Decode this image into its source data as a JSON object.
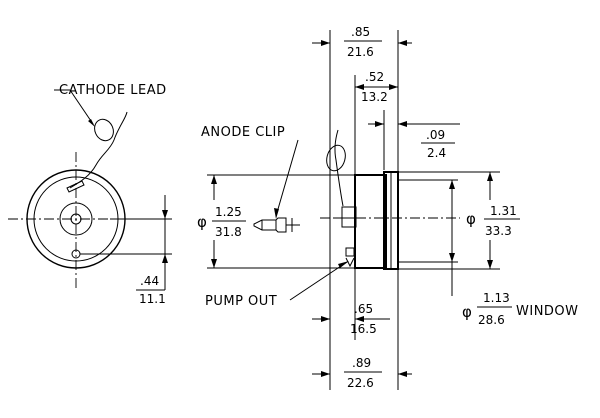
{
  "labels": {
    "cathode_lead": "CATHODE LEAD",
    "anode_clip": "ANODE CLIP",
    "pump_out": "PUMP OUT",
    "window": "WINDOW"
  },
  "dimensions": {
    "d085": {
      "top": ".85",
      "bottom": "21.6"
    },
    "d052": {
      "top": ".52",
      "bottom": "13.2"
    },
    "d009": {
      "top": ".09",
      "bottom": "2.4"
    },
    "d125": {
      "symbol": "φ",
      "top": "1.25",
      "bottom": "31.8"
    },
    "d131": {
      "symbol": "φ",
      "top": "1.31",
      "bottom": "33.3"
    },
    "d044": {
      "top": ".44",
      "bottom": "11.1"
    },
    "d065": {
      "top": ".65",
      "bottom": "16.5"
    },
    "d113": {
      "symbol": "φ",
      "top": "1.13",
      "bottom": "28.6"
    },
    "d089": {
      "top": ".89",
      "bottom": "22.6"
    }
  }
}
